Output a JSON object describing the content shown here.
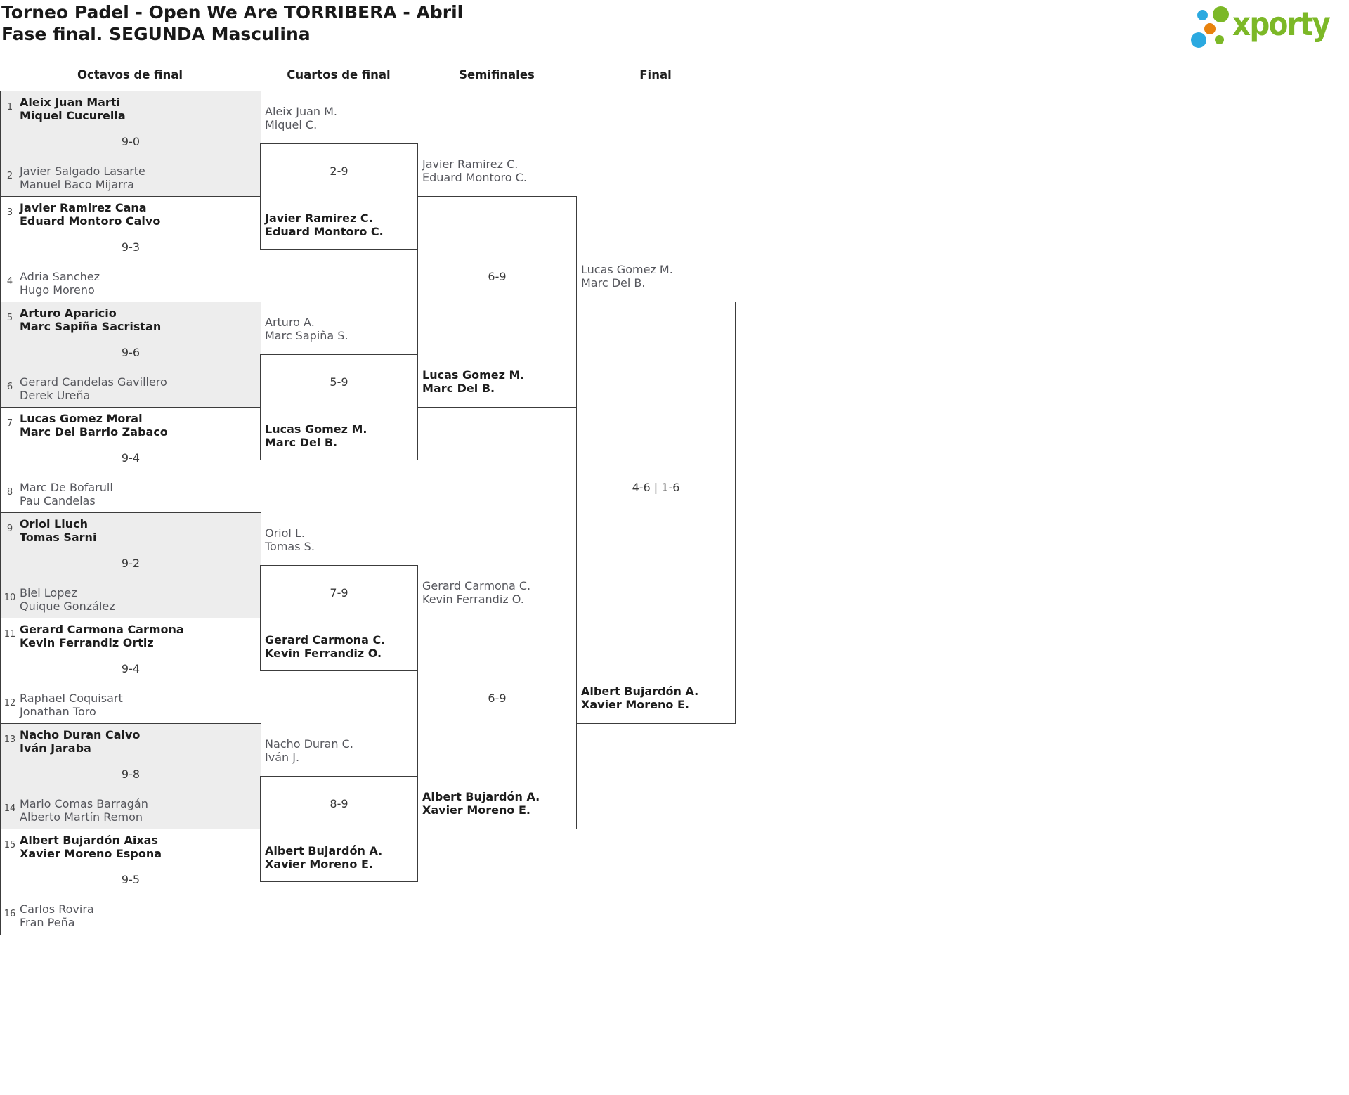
{
  "header": {
    "title_line1": "Torneo Padel - Open We Are TORRIBERA - Abril",
    "title_line2": "Fase final. SEGUNDA Masculina"
  },
  "logo": {
    "brand": "xporty"
  },
  "rounds": {
    "octavos": "Octavos de final",
    "cuartos": "Cuartos de final",
    "semifinales": "Semifinales",
    "final": "Final"
  },
  "octavos": {
    "matches": [
      {
        "score": "9-0",
        "top": {
          "seed": "1",
          "players": [
            "Aleix Juan Marti",
            "Miquel Cucurella"
          ],
          "winner": true
        },
        "bottom": {
          "seed": "2",
          "players": [
            "Javier Salgado Lasarte",
            "Manuel Baco Mijarra"
          ],
          "winner": false
        }
      },
      {
        "score": "9-3",
        "top": {
          "seed": "3",
          "players": [
            "Javier Ramirez Cana",
            "Eduard Montoro Calvo"
          ],
          "winner": true
        },
        "bottom": {
          "seed": "4",
          "players": [
            "Adria Sanchez",
            "Hugo Moreno"
          ],
          "winner": false
        }
      },
      {
        "score": "9-6",
        "top": {
          "seed": "5",
          "players": [
            "Arturo Aparicio",
            "Marc Sapiña Sacristan"
          ],
          "winner": true
        },
        "bottom": {
          "seed": "6",
          "players": [
            "Gerard Candelas Gavillero",
            "Derek Ureña"
          ],
          "winner": false
        }
      },
      {
        "score": "9-4",
        "top": {
          "seed": "7",
          "players": [
            "Lucas Gomez Moral",
            "Marc Del Barrio Zabaco"
          ],
          "winner": true
        },
        "bottom": {
          "seed": "8",
          "players": [
            "Marc De Bofarull",
            "Pau Candelas"
          ],
          "winner": false
        }
      },
      {
        "score": "9-2",
        "top": {
          "seed": "9",
          "players": [
            "Oriol Lluch",
            "Tomas Sarni"
          ],
          "winner": true
        },
        "bottom": {
          "seed": "10",
          "players": [
            "Biel Lopez",
            "Quique González"
          ],
          "winner": false
        }
      },
      {
        "score": "9-4",
        "top": {
          "seed": "11",
          "players": [
            "Gerard Carmona Carmona",
            "Kevin Ferrandiz Ortiz"
          ],
          "winner": true
        },
        "bottom": {
          "seed": "12",
          "players": [
            "Raphael Coquisart",
            "Jonathan Toro"
          ],
          "winner": false
        }
      },
      {
        "score": "9-8",
        "top": {
          "seed": "13",
          "players": [
            "Nacho Duran Calvo",
            "Iván Jaraba"
          ],
          "winner": true
        },
        "bottom": {
          "seed": "14",
          "players": [
            "Mario Comas Barragán",
            "Alberto Martín Remon"
          ],
          "winner": false
        }
      },
      {
        "score": "9-5",
        "top": {
          "seed": "15",
          "players": [
            "Albert Bujardón Aixas",
            "Xavier Moreno Espona"
          ],
          "winner": true
        },
        "bottom": {
          "seed": "16",
          "players": [
            "Carlos Rovira",
            "Fran Peña"
          ],
          "winner": false
        }
      }
    ]
  },
  "cuartos": {
    "matches": [
      {
        "team1": [
          "Aleix Juan M.",
          "Miquel C."
        ],
        "score": "2-9",
        "winner": [
          "Javier Ramirez C.",
          "Eduard Montoro C."
        ]
      },
      {
        "team1": [
          "Arturo A.",
          "Marc Sapiña S."
        ],
        "score": "5-9",
        "winner": [
          "Lucas Gomez M.",
          "Marc Del B."
        ]
      },
      {
        "team1": [
          "Oriol L.",
          "Tomas S."
        ],
        "score": "7-9",
        "winner": [
          "Gerard Carmona C.",
          "Kevin Ferrandiz O."
        ]
      },
      {
        "team1": [
          "Nacho Duran C.",
          "Iván J."
        ],
        "score": "8-9",
        "winner": [
          "Albert Bujardón A.",
          "Xavier Moreno E."
        ]
      }
    ]
  },
  "semifinales": {
    "matches": [
      {
        "team1": [
          "Javier Ramirez C.",
          "Eduard Montoro C."
        ],
        "score": "6-9",
        "winner": [
          "Lucas Gomez M.",
          "Marc Del B."
        ]
      },
      {
        "team1": [
          "Gerard Carmona C.",
          "Kevin Ferrandiz O."
        ],
        "score": "6-9",
        "winner": [
          "Albert Bujardón A.",
          "Xavier Moreno E."
        ]
      }
    ]
  },
  "final": {
    "team1": [
      "Lucas Gomez M.",
      "Marc Del B."
    ],
    "score": "4-6 | 1-6",
    "winner": [
      "Albert Bujardón A.",
      "Xavier Moreno E."
    ]
  },
  "colors": {
    "winner_text": "#1d1d1d",
    "loser_text": "#55565c",
    "line": "#3c3c3c",
    "shaded_match_bg": "#ededed",
    "logo_green": "#7cb827",
    "logo_blue": "#2ba9e0",
    "logo_orange": "#e8820d"
  }
}
